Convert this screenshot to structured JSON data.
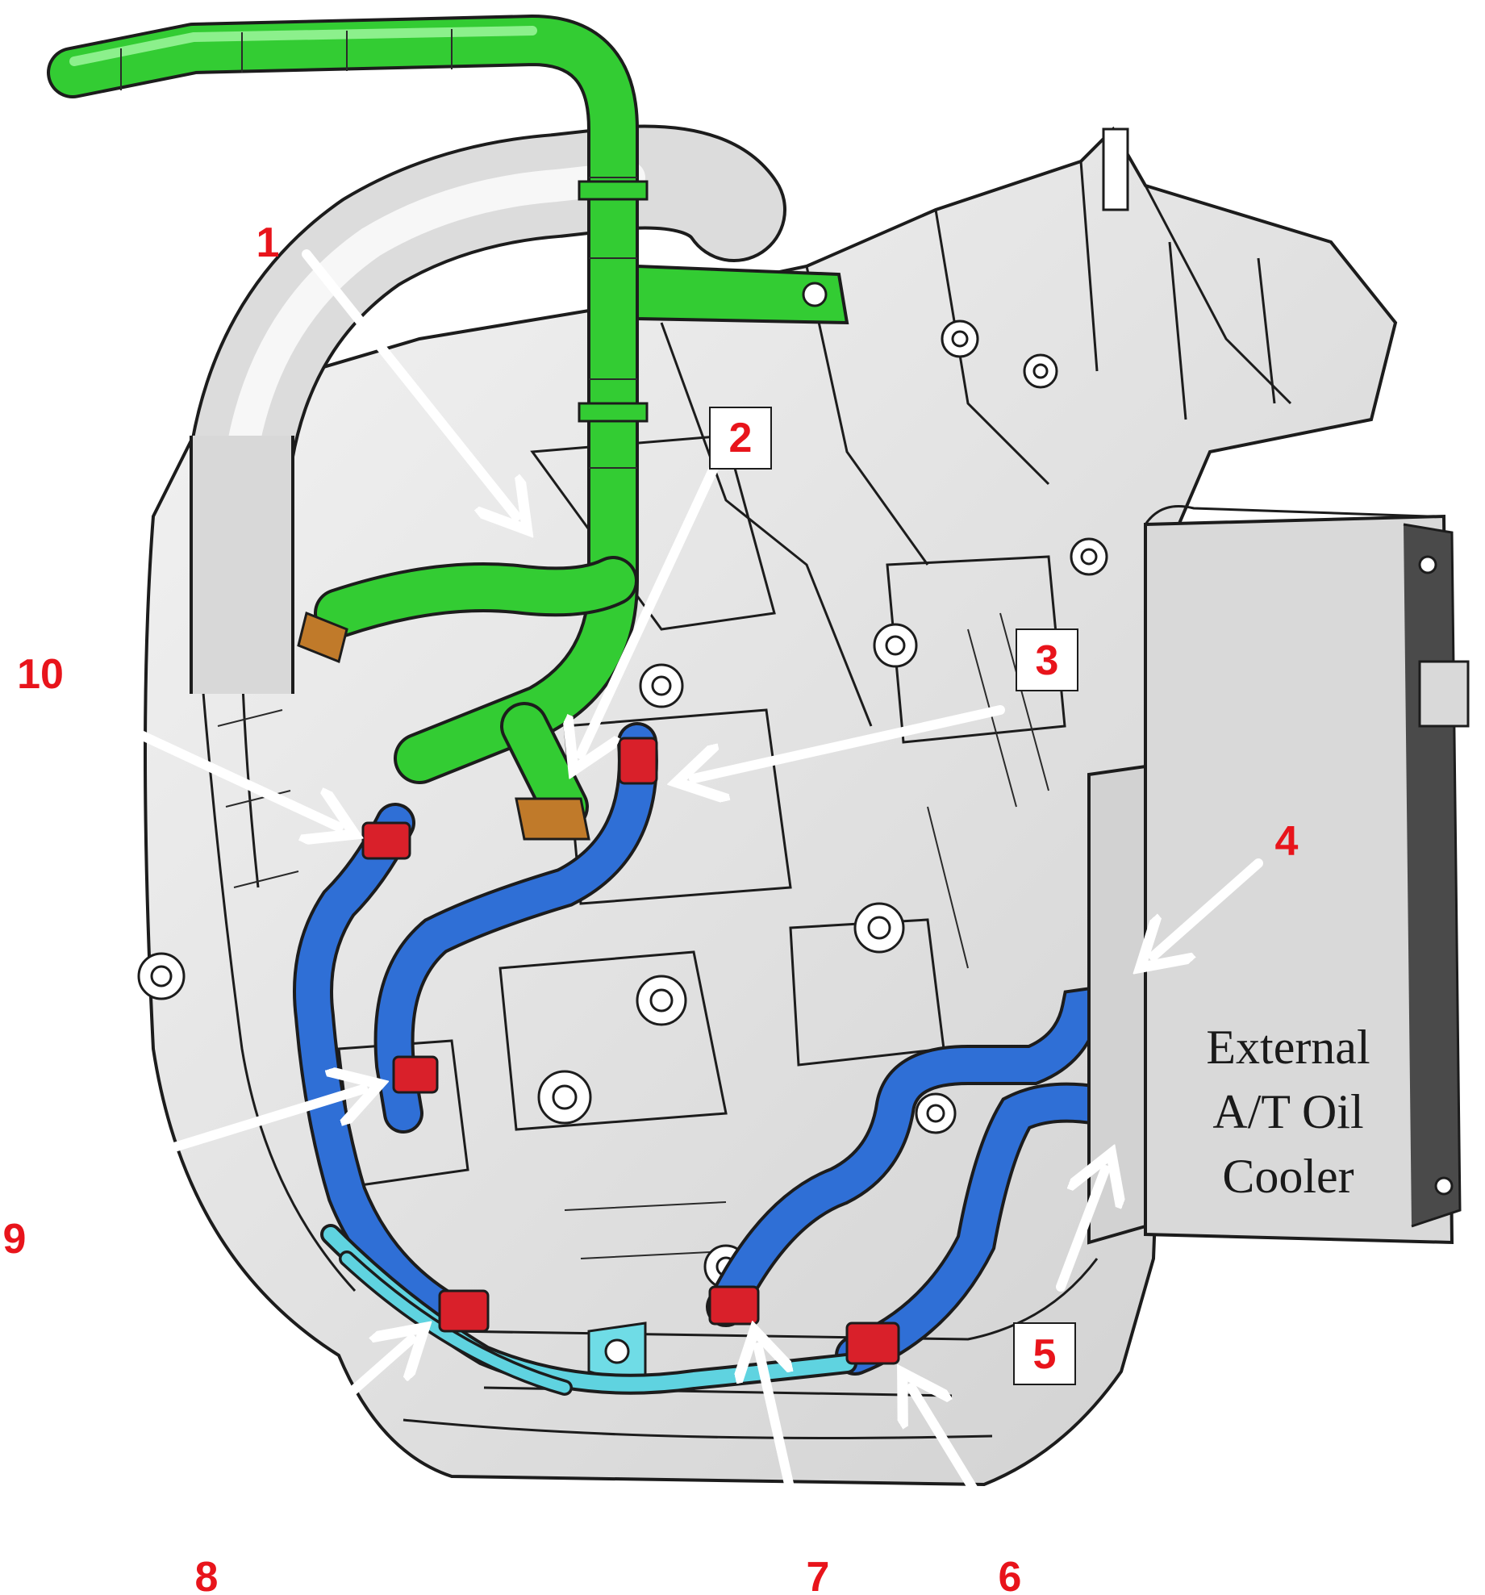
{
  "cooler": {
    "line1": "External",
    "line2": "A/T Oil",
    "line3": "Cooler"
  },
  "callouts": [
    {
      "id": "1",
      "label": "1"
    },
    {
      "id": "2",
      "label": "2"
    },
    {
      "id": "3",
      "label": "3"
    },
    {
      "id": "4",
      "label": "4"
    },
    {
      "id": "5",
      "label": "5"
    },
    {
      "id": "6",
      "label": "6"
    },
    {
      "id": "7",
      "label": "7"
    },
    {
      "id": "8",
      "label": "8"
    },
    {
      "id": "9",
      "label": "9"
    },
    {
      "id": "10",
      "label": "10"
    }
  ],
  "colors": {
    "coolant_hose": "#33cc33",
    "oil_hose": "#2f6fd6",
    "small_hose": "#5fd3e0",
    "clamp": "#d9202a",
    "callout_text": "#e8141b",
    "arrow": "#ffffff"
  }
}
